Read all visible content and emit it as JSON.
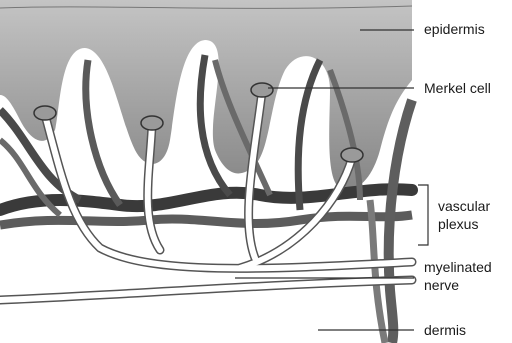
{
  "labels": {
    "epidermis": "epidermis",
    "merkel_cell": "Merkel cell",
    "vascular_plexus_line1": "vascular",
    "vascular_plexus_line2": "plexus",
    "myelinated_nerve_line1": "myelinated",
    "myelinated_nerve_line2": "nerve",
    "dermis": "dermis"
  },
  "colors": {
    "epidermis_top": "#bdbdbd",
    "epidermis_bottom": "#8a8a8a",
    "vessel_dark": "#3c3c3c",
    "vessel_mid": "#6e6e6e",
    "nerve_outline": "#555555",
    "merkel": "#9a9a9a"
  }
}
